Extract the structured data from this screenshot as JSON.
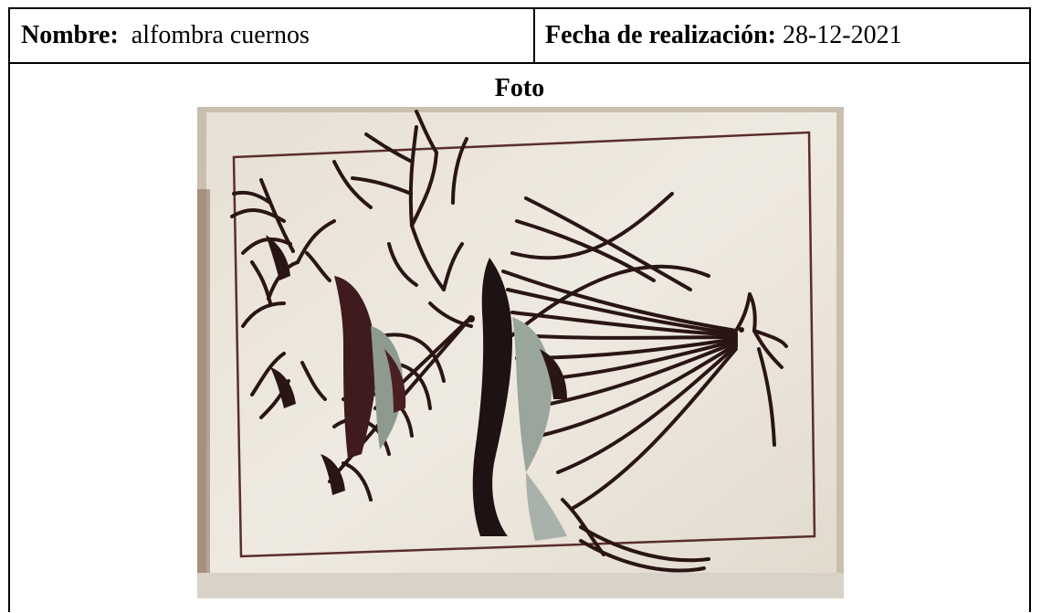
{
  "header": {
    "name_label": "Nombre:",
    "name_value": "alfombra cuernos",
    "date_label": "Fecha de realización:",
    "date_value": "28-12-2021"
  },
  "photo": {
    "title": "Foto"
  },
  "colors": {
    "rug_cream": "#ece6db",
    "thread_dark": "#2a1515",
    "wool_gray": "#9aa59b",
    "wool_burgundy": "#4a1f22"
  }
}
